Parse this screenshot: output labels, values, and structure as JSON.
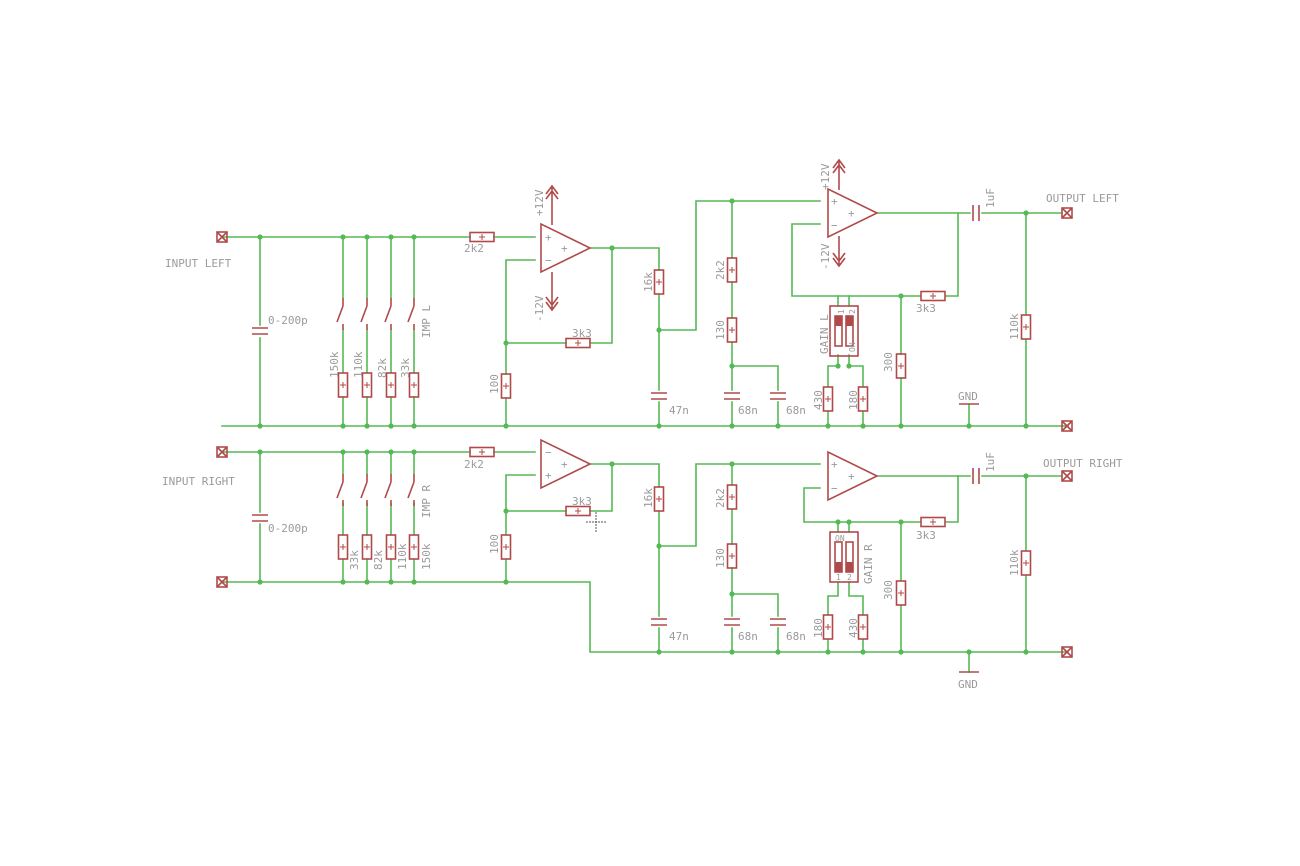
{
  "colors": {
    "wire": "#55b955",
    "symbol": "#b04a4a",
    "label": "#9a9a9a",
    "background": "#ffffff"
  },
  "ports": {
    "input_left": "INPUT LEFT",
    "input_right": "INPUT RIGHT",
    "output_left": "OUTPUT LEFT",
    "output_right": "OUTPUT RIGHT"
  },
  "supply": {
    "pos": "+12V",
    "neg": "-12V",
    "gnd": "GND"
  },
  "switches": {
    "imp_l": "IMP L",
    "imp_r": "IMP R",
    "gain_l": "GAIN L",
    "gain_r": "GAIN R",
    "on": "ON",
    "pos1": "1",
    "pos2": "2"
  },
  "left": {
    "cin": "0-200p",
    "loads": [
      "150k",
      "110k",
      "82k",
      "33k"
    ],
    "rin": "2k2",
    "rg": "100",
    "rf": "3k3",
    "r16": "16k",
    "c47": "47n",
    "r2k2": "2k2",
    "r130": "130",
    "c68a": "68n",
    "c68b": "68n",
    "r430": "430",
    "r180": "180",
    "r300": "300",
    "rf2": "3k3",
    "cout": "1uF",
    "rout": "110k"
  },
  "right": {
    "cin": "0-200p",
    "loads": [
      "33k",
      "82k",
      "110k",
      "150k"
    ],
    "rin": "2k2",
    "rg": "100",
    "rf": "3k3",
    "r16": "16k",
    "c47": "47n",
    "r2k2": "2k2",
    "r130": "130",
    "c68a": "68n",
    "c68b": "68n",
    "r180": "180",
    "r430": "430",
    "r300": "300",
    "rf2": "3k3",
    "cout": "1uF",
    "rout": "110k"
  }
}
